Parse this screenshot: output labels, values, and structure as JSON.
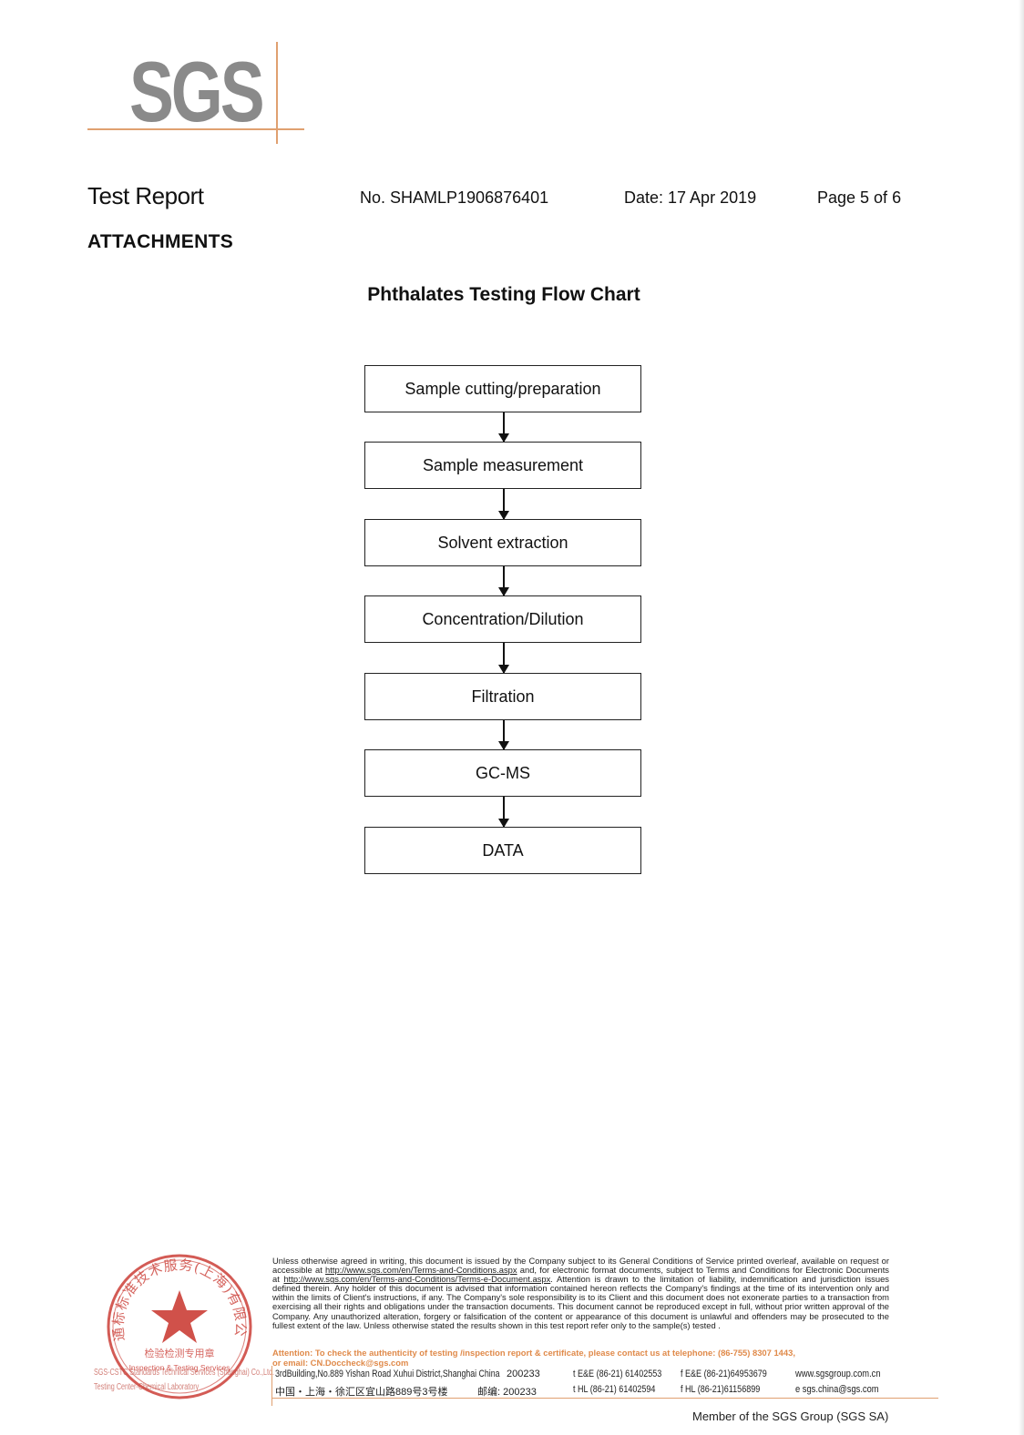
{
  "logo": {
    "text": "SGS"
  },
  "header": {
    "title": "Test Report",
    "report_no": "No. SHAMLP1906876401",
    "date": "Date: 17 Apr 2019",
    "page": "Page 5 of 6",
    "section": "ATTACHMENTS"
  },
  "flowchart": {
    "title": "Phthalates Testing Flow Chart",
    "steps": [
      "Sample cutting/preparation",
      "Sample measurement",
      "Solvent extraction",
      "Concentration/Dilution",
      "Filtration",
      "GC-MS",
      "DATA"
    ]
  },
  "stamp": {
    "outer_text": "通标标准技术服务(上海)有限公司",
    "inner_cn": "检验检测专用章",
    "inner_en": "Inspection & Testing Services",
    "side_line1": "SGS-CSTC Standards Technical Services (Shanghai) Co.,Ltd.",
    "side_line2": "Testing Center-Chemical Laboratory"
  },
  "footer": {
    "disclaimer_part1": "Unless otherwise agreed in writing, this document is issued by the Company subject to its General Conditions of Service printed overleaf, available on request or accessible at ",
    "disclaimer_link1": "http://www.sgs.com/en/Terms-and-Conditions.aspx",
    "disclaimer_part2": " and, for electronic format documents, subject to Terms and Conditions for Electronic Documents at ",
    "disclaimer_link2": "http://www.sgs.com/en/Terms-and-Conditions/Terms-e-Document.aspx",
    "disclaimer_part3": ". Attention is drawn to the limitation of liability, indemnification and jurisdiction issues defined therein. Any holder of this document is advised that information contained hereon reflects the Company's findings at the time of its intervention only and within the limits of Client's instructions, if any. The Company's sole responsibility is to its Client and this document does not exonerate parties to a transaction from exercising all their rights and obligations under the transaction documents. This document cannot be reproduced except in full, without prior written approval of the Company. Any unauthorized alteration, forgery or falsification of the content or appearance of this document is unlawful and offenders may be prosecuted to the fullest extent of the law. Unless otherwise stated the results shown in this test report refer only to the sample(s) tested .",
    "attention_line1": "Attention: To check the authenticity of testing /inspection report & certificate, please contact us at telephone: (86-755) 8307 1443,",
    "attention_line2": "or email: CN.Doccheck@sgs.com",
    "address_en": "3rdBuilding,No.889 Yishan Road Xuhui District,Shanghai China",
    "postcode_en": "200233",
    "address_cn": "中国・上海・徐汇区宜山路889号3号楼",
    "postcode_cn": "邮编: 200233",
    "tel1": "t E&E (86-21) 61402553",
    "fax1": "f E&E (86-21)64953679",
    "tel2": "t HL (86-21) 61402594",
    "fax2": "f HL (86-21)61156899",
    "web": "www.sgsgroup.com.cn",
    "email": "e  sgs.china@sgs.com",
    "member": "Member of the SGS Group (SGS SA)"
  },
  "colors": {
    "logo_gray": "#8a8a8a",
    "accent_orange": "#e0a070",
    "stamp_red": "#c8322a"
  }
}
